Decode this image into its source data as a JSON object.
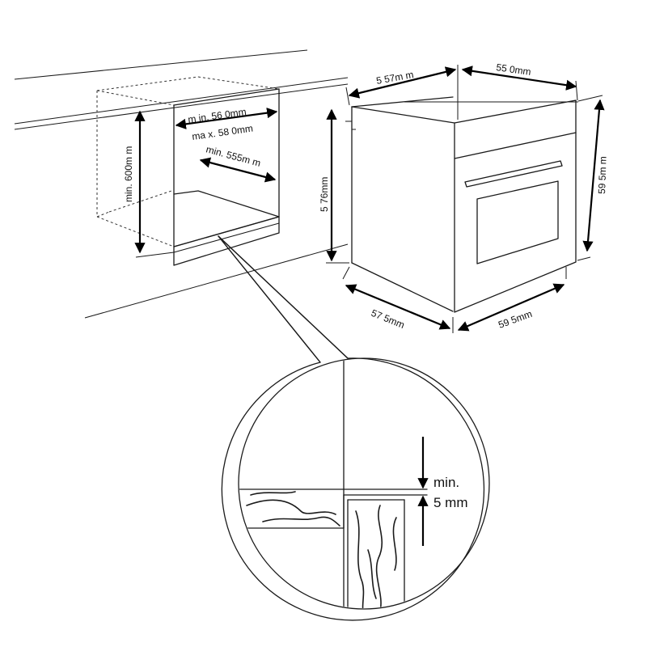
{
  "labels": {
    "niche_width_min": "m in. 56 0mm",
    "niche_width_max": "ma x. 58 0mm",
    "niche_depth_min": "min. 555m m",
    "niche_height_min": "min. 600m m",
    "oven_depth_top": "5 57m m",
    "oven_width_top": "55 0mm",
    "oven_height_body": "5 76mm",
    "oven_height_total": "59 5m m",
    "oven_depth_bottom": "57 5mm",
    "oven_width_bottom": "59 5mm",
    "gap_min": "min.",
    "gap_value": "5  mm"
  }
}
